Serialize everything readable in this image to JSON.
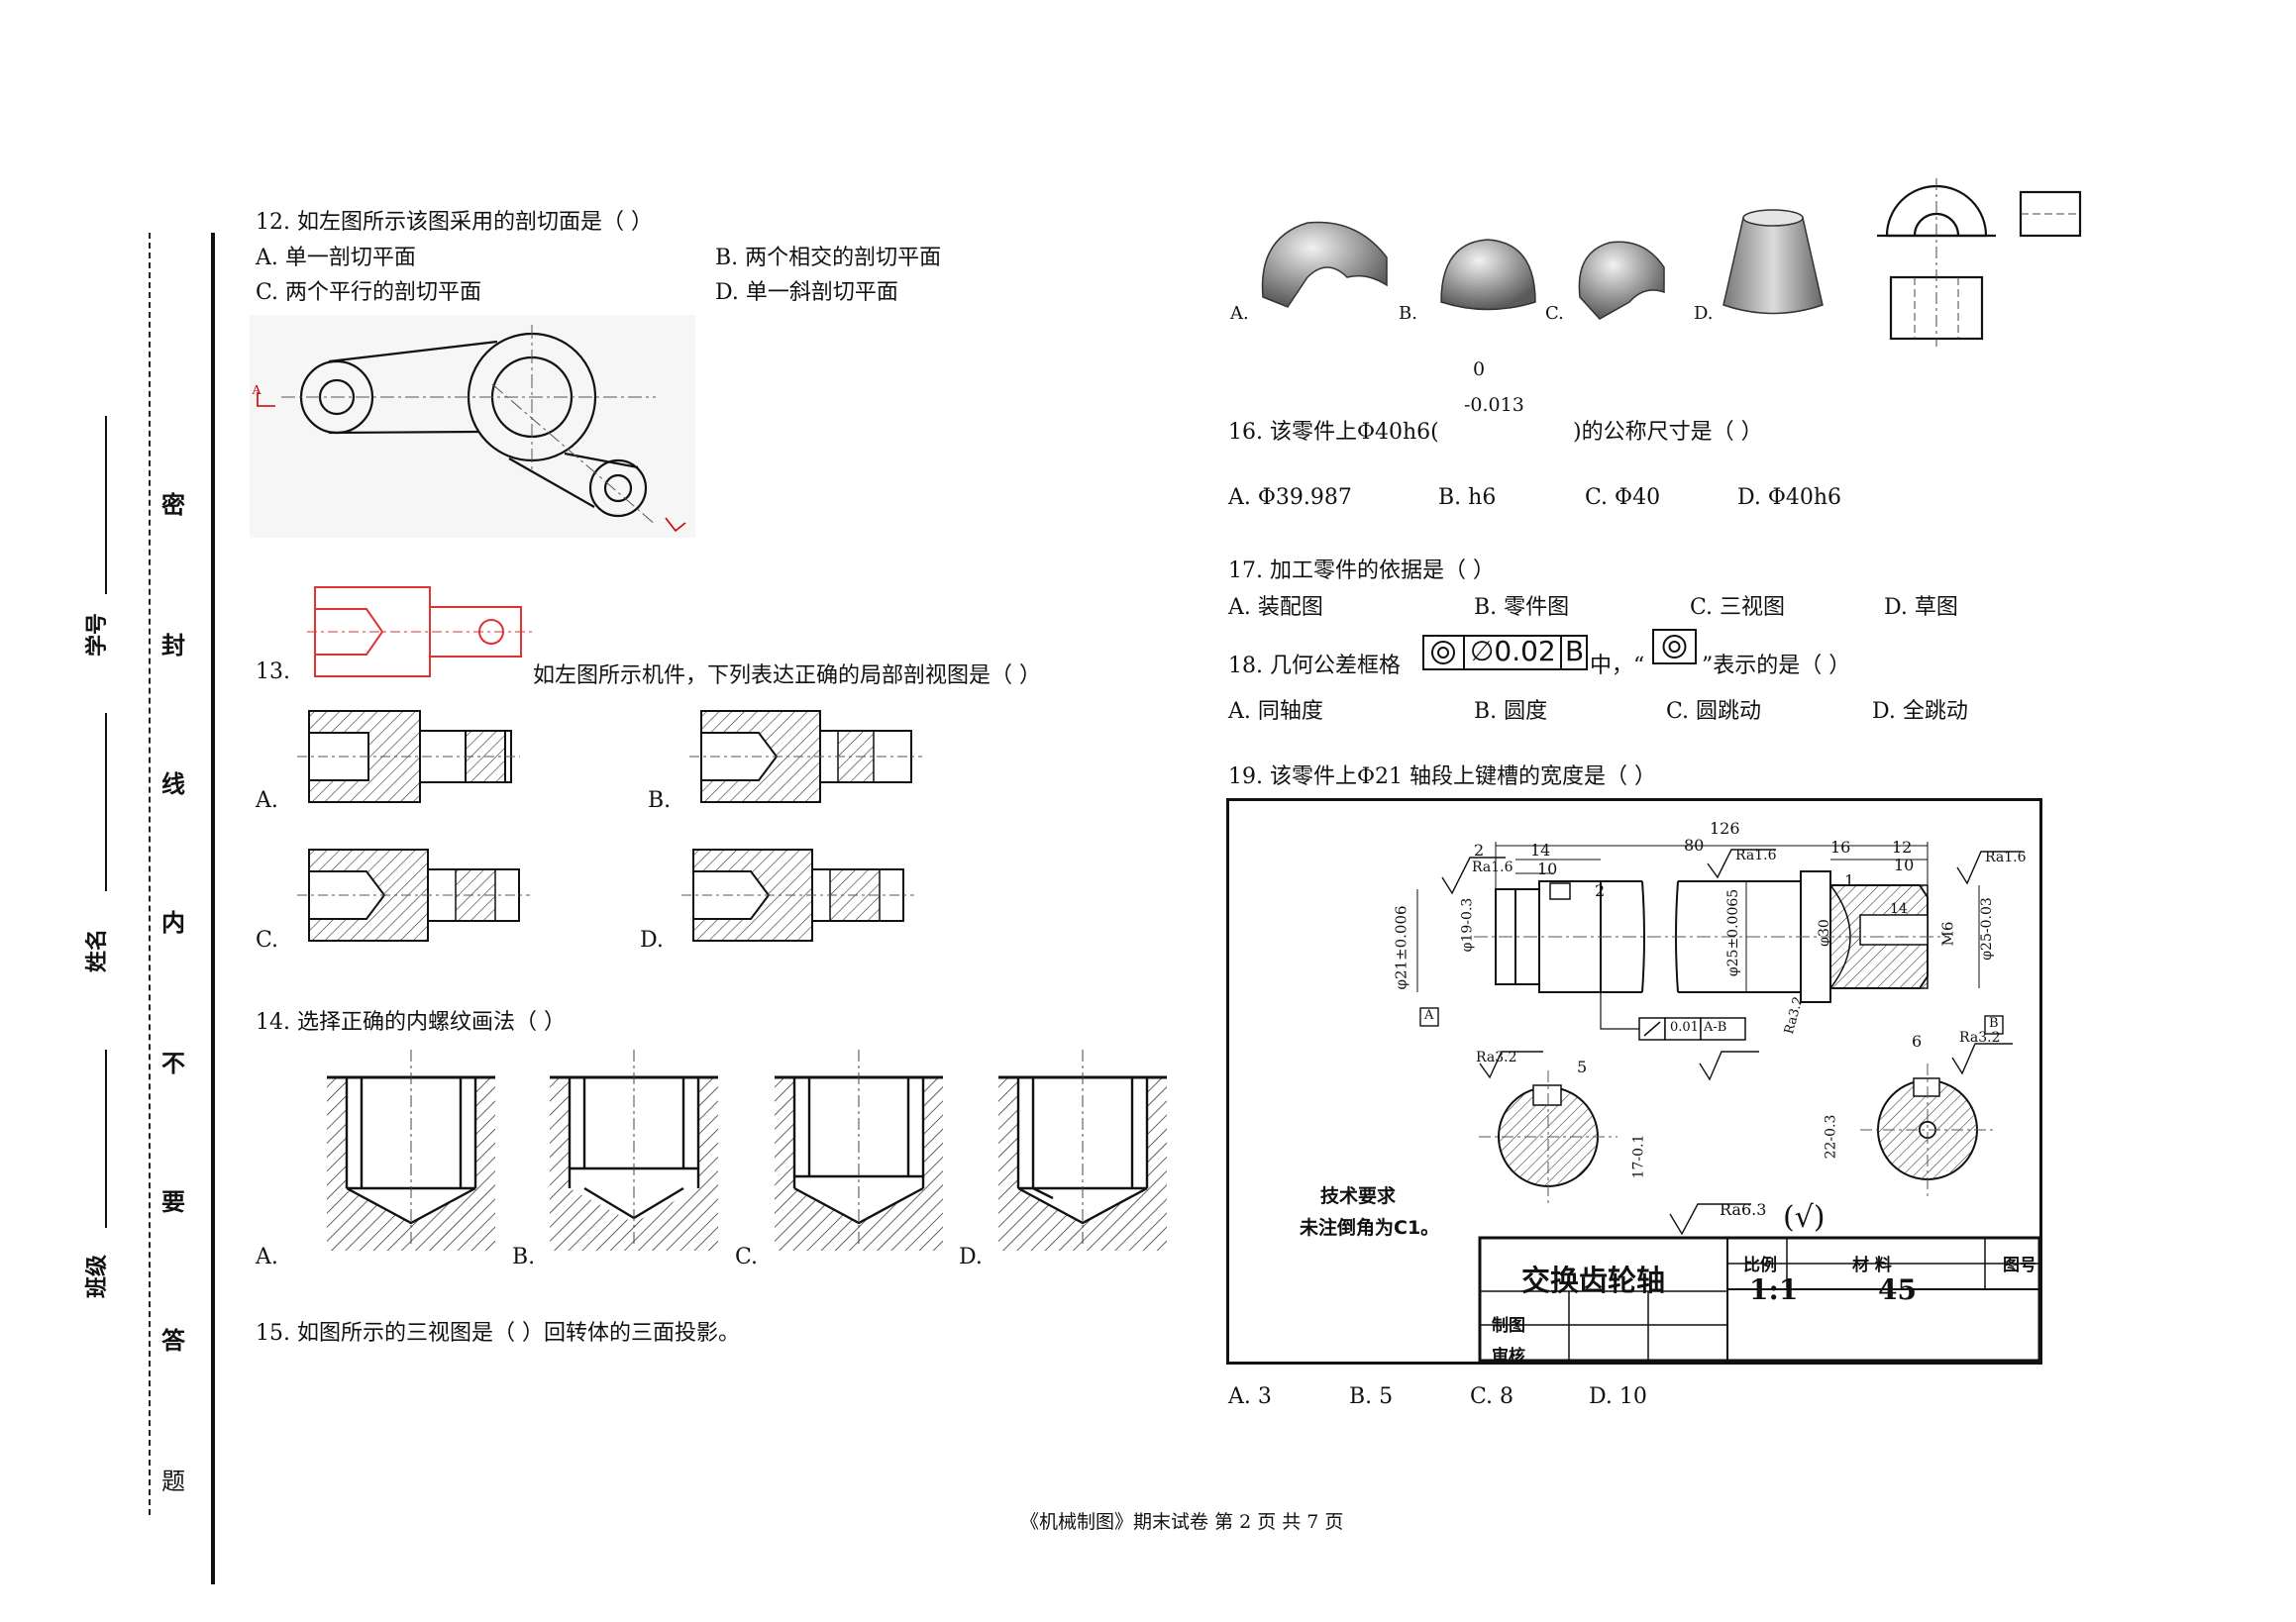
{
  "binding": {
    "chars": [
      "密",
      "封",
      "线",
      "内",
      "不",
      "要",
      "答",
      "题"
    ],
    "fields": [
      "学号",
      "姓名",
      "班级"
    ]
  },
  "q12": {
    "stem": "12. 如左图所示该图采用的剖切面是（          ）",
    "a": "A. 单一剖切平面",
    "b": "B. 两个相交的剖切平面",
    "c": "C. 两个平行的剖切平面",
    "d": "D. 单一斜剖切平面"
  },
  "q13": {
    "num": "13.",
    "stem": "如左图所示机件，下列表达正确的局部剖视图是（          ）",
    "a": "A.",
    "b": "B.",
    "c": "C.",
    "d": "D."
  },
  "q14": {
    "stem": "14. 选择正确的内螺纹画法（          ）",
    "a": "A.",
    "b": "B.",
    "c": "C.",
    "d": "D."
  },
  "q15": {
    "stem": "15. 如图所示的三视图是（        ）回转体的三面投影。",
    "a": "A.",
    "b": "B.",
    "c": "C.",
    "d": "D."
  },
  "q16": {
    "tol_upper": "0",
    "tol_lower": "-0.013",
    "stem_pre": "16. 该零件上Φ40h6(",
    "stem_post": ")的公称尺寸是（            ）",
    "a": "A. Φ39.987",
    "b": "B. h6",
    "c": "C. Φ40",
    "d": "D. Φ40h6"
  },
  "q17": {
    "stem": "17. 加工零件的依据是（          ）",
    "a": "A. 装配图",
    "b": "B. 零件图",
    "c": "C. 三视图",
    "d": "D. 草图"
  },
  "q18": {
    "stem_pre": "18. 几何公差框格",
    "frame_value": "∅0.02",
    "frame_datum": "B",
    "stem_mid": "中，“",
    "stem_post": "”表示的是（          ）",
    "a": "A. 同轴度",
    "b": "B. 圆度",
    "c": "C. 圆跳动",
    "d": "D. 全跳动"
  },
  "q19": {
    "stem": "19. 该零件上Φ21 轴段上键槽的宽度是（        ）",
    "a": "A. 3",
    "b": "B. 5",
    "c": "C. 8",
    "d": "D. 10"
  },
  "drawing": {
    "dims": {
      "d126": "126",
      "d80": "80",
      "d14": "14",
      "d10a": "10",
      "d2a": "2",
      "d2b": "2",
      "d16": "16",
      "d12": "12",
      "d10b": "10",
      "d1": "1",
      "d14b": "14",
      "phi21": "φ21±0.006",
      "phi19": "φ19-0.3",
      "phi25": "φ25±0.0065",
      "phi30": "φ30",
      "m6": "M6",
      "phi25b": "φ25-0.03",
      "key5": "5",
      "key6": "6",
      "d17": "17-0.1",
      "d22": "22-0.3"
    },
    "rough": {
      "ra16a": "Ra1.6",
      "ra16b": "Ra1.6",
      "ra16c": "Ra1.6",
      "ra32a": "Ra3.2",
      "ra32b": "Ra3.2",
      "ra32c": "Ra3.2",
      "ra63": "Ra6.3",
      "ra63_suffix": "(√)"
    },
    "tol_frame": {
      "value": "0.01",
      "datum": "A-B"
    },
    "datum_a": "A",
    "datum_b": "B",
    "tech_title": "技术要求",
    "tech_text": "未注倒角为C1。",
    "title_block": {
      "name": "交换齿轮轴",
      "scale_label": "比例",
      "scale": "1:1",
      "material_label": "材  料",
      "material": "45",
      "drawing_no_label": "图号",
      "drawn_label": "制图",
      "checked_label": "审核"
    }
  },
  "footer": "《机械制图》期末试卷      第 2 页 共 7 页"
}
